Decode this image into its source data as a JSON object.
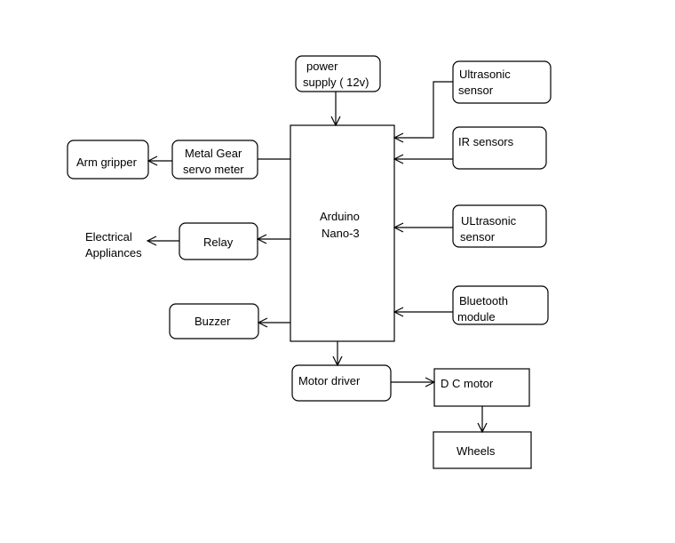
{
  "diagram": {
    "nodes": {
      "power": [
        "power",
        "supply ( 12v)"
      ],
      "ultrasonic_top": [
        "Ultrasonic",
        "sensor"
      ],
      "ir": [
        "IR sensors"
      ],
      "arduino": [
        "Arduino",
        "Nano-3"
      ],
      "ultrasonic_mid": [
        "ULtrasonic",
        "sensor"
      ],
      "bluetooth": [
        "Bluetooth",
        "module"
      ],
      "servo": [
        "Metal Gear",
        "servo meter"
      ],
      "gripper": [
        "Arm gripper"
      ],
      "relay": [
        "Relay"
      ],
      "appliances": [
        "Electrical",
        "Appliances"
      ],
      "buzzer": [
        "Buzzer"
      ],
      "motor_driver": [
        "Motor driver"
      ],
      "dc_motor": [
        "D C motor"
      ],
      "wheels": [
        "Wheels"
      ]
    }
  }
}
